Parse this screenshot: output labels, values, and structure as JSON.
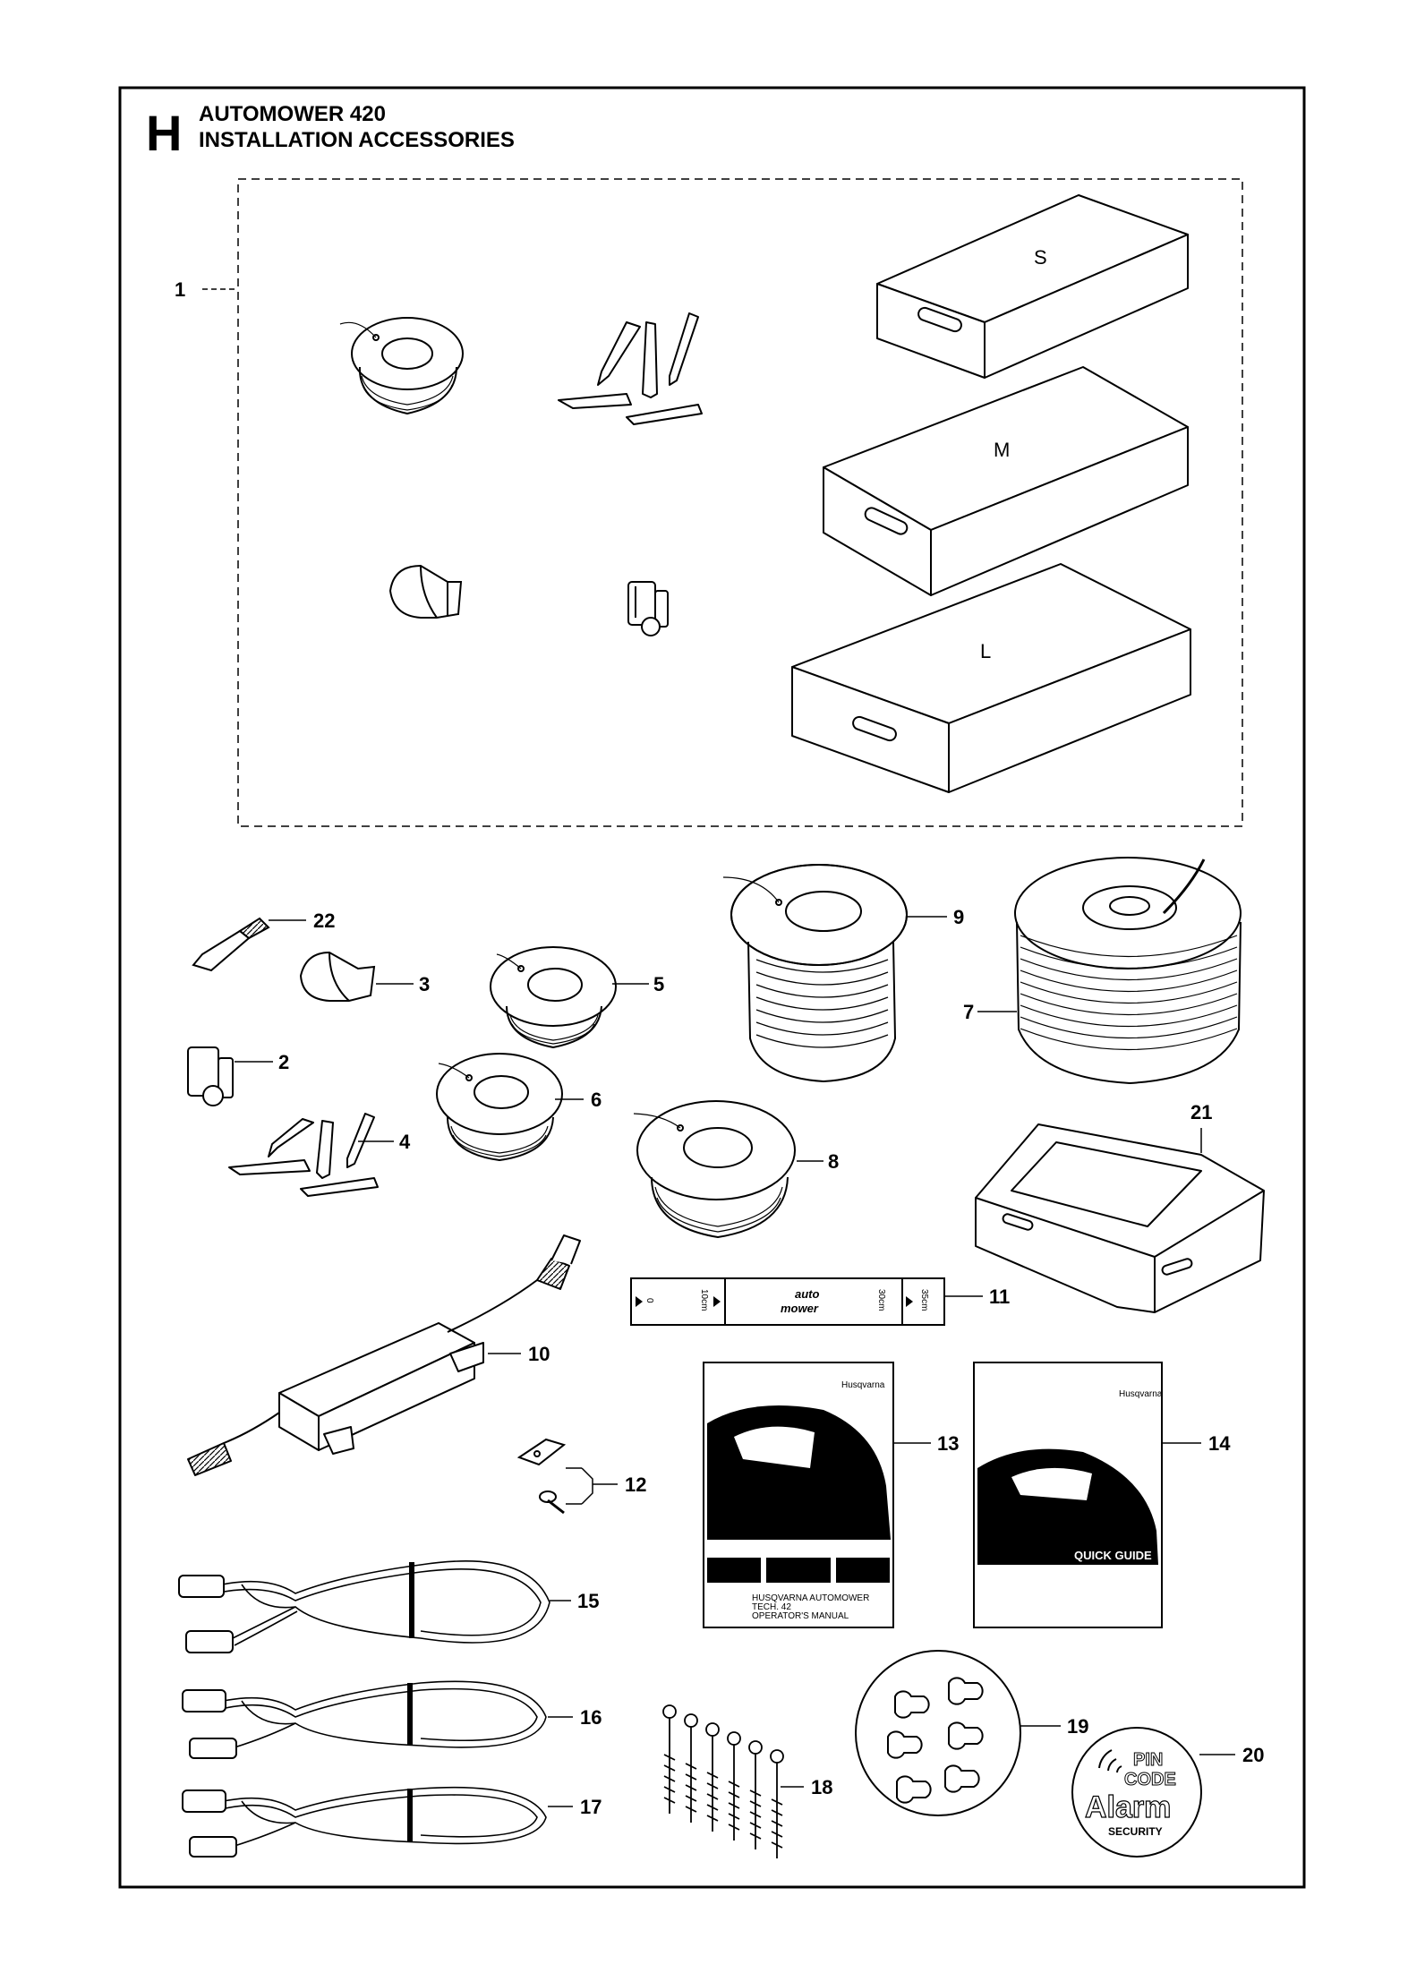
{
  "header": {
    "section_letter": "H",
    "model": "AUTOMOWER 420",
    "subtitle": "INSTALLATION ACCESSORIES"
  },
  "kit": {
    "ref": "1",
    "sizes": [
      "S",
      "M",
      "L"
    ]
  },
  "callouts": [
    "2",
    "3",
    "4",
    "5",
    "6",
    "7",
    "8",
    "9",
    "10",
    "11",
    "12",
    "13",
    "14",
    "15",
    "16",
    "17",
    "18",
    "19",
    "20",
    "21",
    "22"
  ],
  "ruler": {
    "zero": "0",
    "mark_10": "10cm",
    "mark_30": "30cm",
    "mark_35": "35cm",
    "logo_line1": "auto",
    "logo_line2": "mower"
  },
  "manual_13": {
    "brand": "Husqvarna",
    "lines": [
      "HUSQVARNA AUTOMOWER",
      "TECH. 42",
      "OPERATOR'S MANUAL"
    ]
  },
  "manual_14": {
    "brand": "Husqvarna",
    "caption": "QUICK GUIDE"
  },
  "badge_20": {
    "line1": "PIN",
    "line2": "CODE",
    "line3": "Alarm",
    "line4": "SECURITY"
  }
}
